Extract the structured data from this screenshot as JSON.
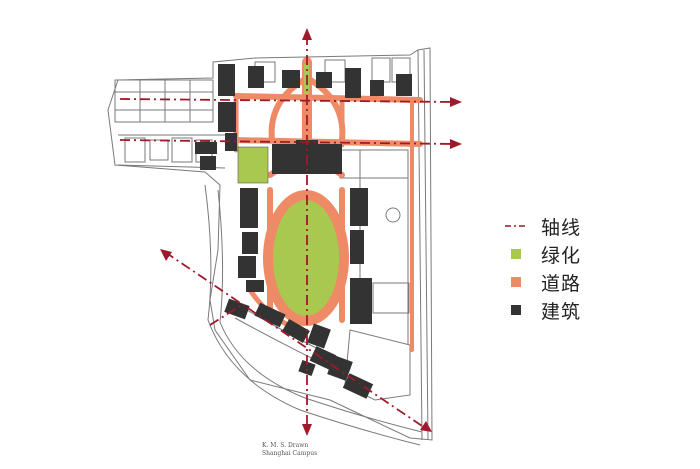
{
  "legend": {
    "items": [
      {
        "label": "轴线",
        "kind": "axis",
        "color": "#a0192b"
      },
      {
        "label": "绿化",
        "kind": "green",
        "color": "#a9c84f"
      },
      {
        "label": "道路",
        "kind": "road",
        "color": "#ee8a66"
      },
      {
        "label": "建筑",
        "kind": "building",
        "color": "#333333"
      }
    ]
  },
  "colors": {
    "axis": "#a0192b",
    "green": "#a9c84f",
    "road": "#ee8a66",
    "building": "#333333",
    "linework": "#777777"
  },
  "caption": {
    "line1": "K. M. S. Drawn",
    "line2": "Shanghai Campus"
  }
}
